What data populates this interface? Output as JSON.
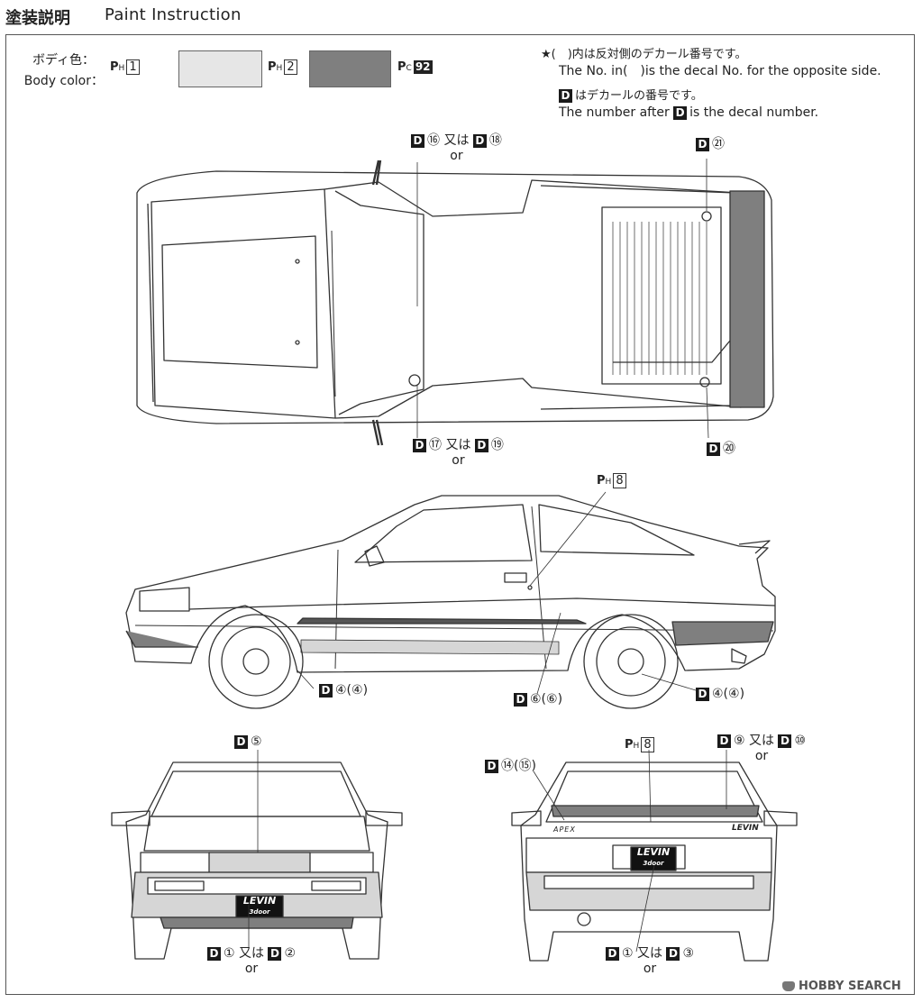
{
  "header": {
    "title_jp": "塗装説明",
    "title_en": "Paint Instruction"
  },
  "body_color": {
    "label_jp": "ボディ色：",
    "label_en": "Body color：",
    "color1": {
      "prefix": "P",
      "sub": "H",
      "num": "1",
      "swatch": "#ffffff"
    },
    "color2": {
      "prefix": "P",
      "sub": "H",
      "num": "2",
      "swatch": "#e6e6e6"
    },
    "color3": {
      "prefix": "P",
      "sub": "C",
      "num": "92",
      "swatch": "#7f7f7f"
    }
  },
  "notes": {
    "line1_jp": "★(　)内は反対側のデカール番号です。",
    "line1_en": "The No. in(　)is the decal No. for the opposite side.",
    "line2_jp": "はデカールの番号です。",
    "line2_en_a": "The number after",
    "line2_en_b": "is the decal number.",
    "d_letter": "D"
  },
  "callouts": {
    "top_upper_left": {
      "a": "⑯",
      "mid": "又は",
      "b": "⑱",
      "or": "or"
    },
    "top_upper_right": {
      "a": "㉑"
    },
    "top_lower_left": {
      "a": "⑰",
      "mid": "又は",
      "b": "⑲",
      "or": "or"
    },
    "top_lower_right": {
      "a": "⑳"
    },
    "side_paint": {
      "prefix": "P",
      "sub": "H",
      "num": "8"
    },
    "side_front_wheel": {
      "a": "④(④)"
    },
    "side_middle": {
      "a": "⑥(⑥)"
    },
    "side_rear_wheel": {
      "a": "④(④)"
    },
    "front_top": {
      "a": "⑤"
    },
    "front_bottom": {
      "a": "①",
      "mid": "又は",
      "b": "②",
      "or": "or"
    },
    "rear_paint": {
      "prefix": "P",
      "sub": "H",
      "num": "8"
    },
    "rear_left": {
      "a": "⑭(⑮)"
    },
    "rear_right": {
      "a": "⑨",
      "mid": "又は",
      "b": "⑩",
      "or": "or"
    },
    "rear_bottom": {
      "a": "①",
      "mid": "又は",
      "b": "③",
      "or": "or"
    }
  },
  "plates": {
    "front_main": "LEVIN",
    "front_sub": "3door",
    "rear_main": "LEVIN",
    "rear_sub": "3door",
    "rear_left_text": "APEX",
    "rear_right_text": "LEVIN"
  },
  "watermark": "HOBBY SEARCH",
  "colors": {
    "line": "#333333",
    "body_dark": "#7f7f7f",
    "body_mid": "#d6d6d6"
  }
}
